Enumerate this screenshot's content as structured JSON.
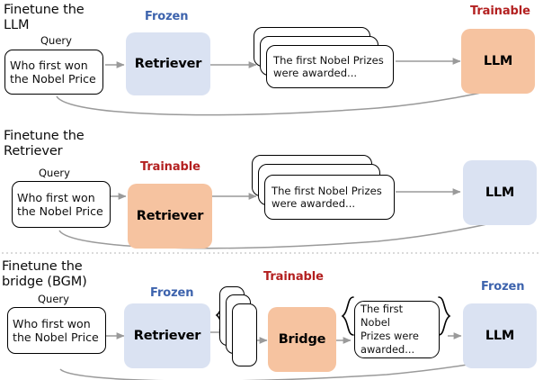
{
  "figure": {
    "type": "diagram",
    "subject": "Three RAG finetuning paradigms: finetune the LLM, finetune the retriever, finetune the bridge (BGM)",
    "colors": {
      "frozen_fill": "#dae2f2",
      "trainable_fill": "#f6c3a0",
      "frozen_text": "#3d63ad",
      "trainable_text": "#b32020",
      "arrow": "#9a9a9a",
      "outline": "#000000",
      "divider": "#b6b6b6"
    },
    "labels": {
      "frozen": "Frozen",
      "trainable": "Trainable",
      "query": "Query"
    }
  },
  "rows": [
    {
      "id": "finetune-llm",
      "title": "Finetune the\nLLM",
      "query_label": "Query",
      "query_text": "Who first won\nthe Nobel Price",
      "retriever": {
        "label": "Retriever",
        "state": "Frozen"
      },
      "documents": {
        "text": "The first Nobel Prizes\nwere awarded...",
        "count": 3
      },
      "llm": {
        "label": "LLM",
        "state": "Trainable"
      }
    },
    {
      "id": "finetune-retriever",
      "title": "Finetune the\nRetriever",
      "query_label": "Query",
      "query_text": "Who first won\nthe Nobel Price",
      "retriever": {
        "label": "Retriever",
        "state": "Trainable"
      },
      "documents": {
        "text": "The first Nobel Prizes\nwere awarded...",
        "count": 3
      },
      "llm": {
        "label": "LLM",
        "state": "Frozen"
      }
    },
    {
      "id": "finetune-bridge",
      "title": "Finetune the\nbridge (BGM)",
      "query_label": "Query",
      "query_text": "Who first won\nthe Nobel Price",
      "retriever": {
        "label": "Retriever",
        "state": "Frozen"
      },
      "documents": {
        "count": 3
      },
      "bridge": {
        "label": "Bridge",
        "state": "Trainable"
      },
      "bridge_output": {
        "text": "The first Nobel\nPrizes were\nawarded..."
      },
      "llm": {
        "label": "LLM",
        "state": "Frozen"
      }
    }
  ]
}
